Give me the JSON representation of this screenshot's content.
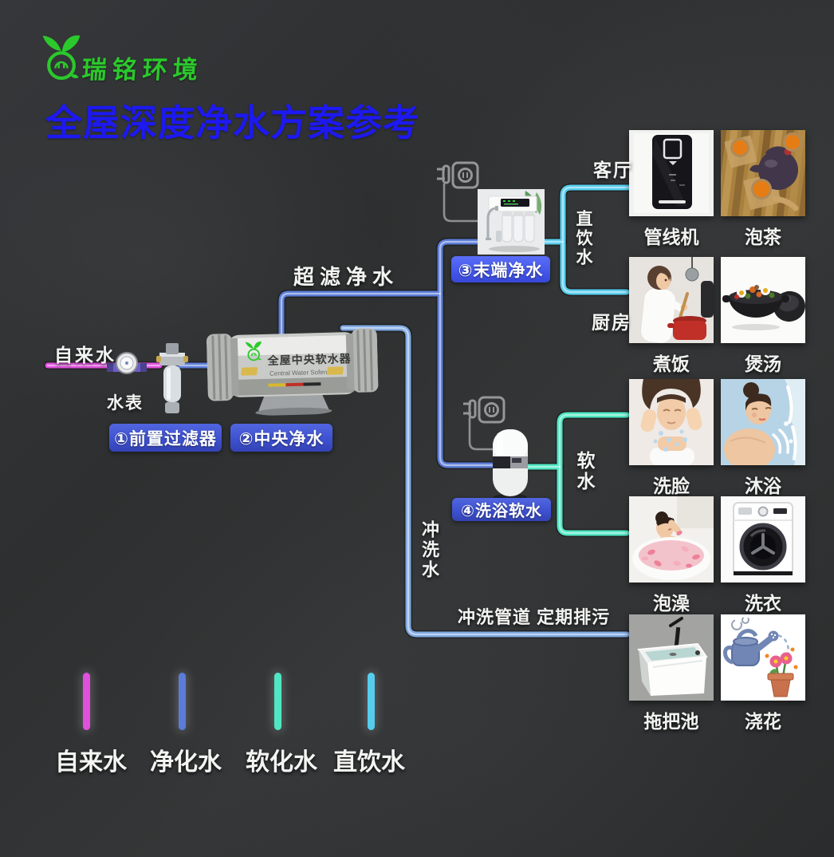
{
  "brand": {
    "text": "瑞铭环境"
  },
  "title": "全屋深度净水方案参考",
  "colors": {
    "tap": "#e14fdd",
    "purified": "#5b7cd8",
    "softened": "#4fe7c3",
    "direct": "#57cdee",
    "flush": "#7fa9e2",
    "badge": "#3d50cf",
    "badge2": "#4356ea",
    "title": "#1d19ef",
    "green": "#2bc92b"
  },
  "labels": {
    "tap": "自来水",
    "meter": "水表",
    "uf": "超滤净水",
    "living": "客厅",
    "direct": "直饮水",
    "kitchen": "厨房",
    "soft": "软水",
    "flush": "冲洗水",
    "flush_note": "冲洗管道 定期排污"
  },
  "badges": {
    "b1": "①前置过滤器",
    "b2": "②中央净水",
    "b3": "③末端净水",
    "b4": "④洗浴软水"
  },
  "central_unit": {
    "cn": "全屋中央软水器",
    "en": "Central Water Sofener"
  },
  "usages": [
    {
      "label": "管线机"
    },
    {
      "label": "泡茶"
    },
    {
      "label": "煮饭"
    },
    {
      "label": "煲汤"
    },
    {
      "label": "洗脸"
    },
    {
      "label": "沐浴"
    },
    {
      "label": "泡澡"
    },
    {
      "label": "洗衣"
    },
    {
      "label": "拖把池"
    },
    {
      "label": "浇花"
    }
  ],
  "legend": [
    {
      "label": "自来水",
      "color": "#e14fdd"
    },
    {
      "label": "净化水",
      "color": "#5b7cd8"
    },
    {
      "label": "软化水",
      "color": "#4fe7c3"
    },
    {
      "label": "直饮水",
      "color": "#57cdee"
    }
  ]
}
